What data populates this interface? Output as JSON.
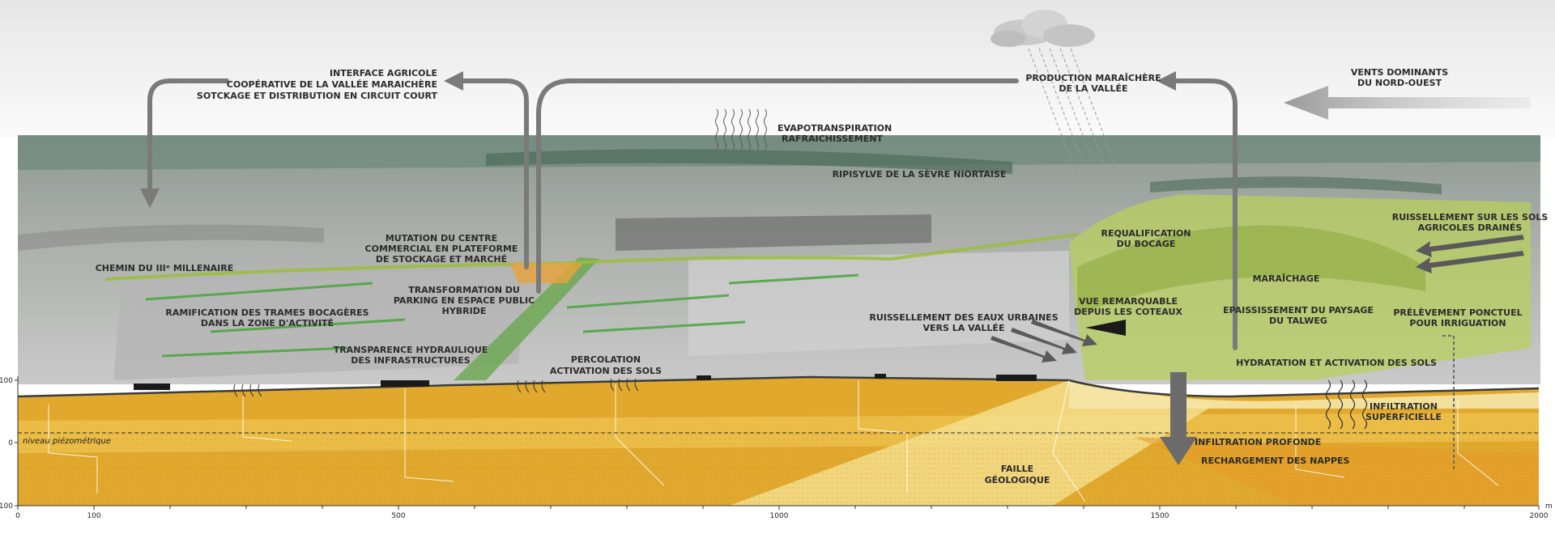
{
  "labels": {
    "interface_1": "INTERFACE AGRICOLE",
    "interface_2": "COOPÉRATIVE DE LA VALLÉE MARAICHÈRE",
    "interface_3": "SOTCKAGE ET DISTRIBUTION EN CIRCUIT COURT",
    "production_1": "PRODUCTION MARAÎCHÈRE",
    "production_2": "DE LA VALLÉE",
    "vents_1": "VENTS DOMINANTS",
    "vents_2": "DU NORD-OUEST",
    "evapo_1": "EVAPOTRANSPIRATION",
    "evapo_2": "RAFRAICHISSEMENT",
    "ripisylve": "RIPISYLVE DE LA SÈVRE NIORTAISE",
    "mutation_1": "MUTATION DU CENTRE",
    "mutation_2": "COMMERCIAL EN PLATEFORME",
    "mutation_3": "DE STOCKAGE ET MARCHÉ",
    "chemin": "CHEMIN DU IIIᵉ MILLENAIRE",
    "requal_1": "REQUALIFICATION",
    "requal_2": "DU BOCAGE",
    "ruiss_agri_1": "RUISSELLEMENT SUR LES SOLS",
    "ruiss_agri_2": "AGRICOLES DRAINÉS",
    "maraichage": "MARAÎCHAGE",
    "transfo_1": "TRANSFORMATION DU",
    "transfo_2": "PARKING EN ESPACE PUBLIC",
    "transfo_3": "HYBRIDE",
    "ramif_1": "RAMIFICATION DES TRAMES BOCAGÈRES",
    "ramif_2": "DANS LA ZONE D'ACTIVITÉ",
    "ruiss_urb_1": "RUISSELLEMENT DES EAUX URBAINES",
    "ruiss_urb_2": "VERS LA VALLÉE",
    "vue_1": "VUE REMARQUABLE",
    "vue_2": "DEPUIS LES COTEAUX",
    "epais_1": "EPAISSISSEMENT DU PAYSAGE",
    "epais_2": "DU TALWEG",
    "prelev_1": "PRÉLÈVEMENT PONCTUEL",
    "prelev_2": "POUR IRRIGUATION",
    "transp_1": "TRANSPARENCE HYDRAULIQUE",
    "transp_2": "DES INFRASTRUCTURES",
    "percol_1": "PERCOLATION",
    "percol_2": "ACTIVATION DES SOLS",
    "hydrat": "HYDRATATION ET ACTIVATION DES SOLS",
    "infil_sup_1": "INFILTRATION",
    "infil_sup_2": "SUPERFICIELLE",
    "infil_prof": "INFILTRATION PROFONDE",
    "recharge": "RECHARGEMENT DES NAPPES",
    "faille_1": "FAILLE",
    "faille_2": "GÉOLOGIQUE",
    "piezo": "niveau piézométrique"
  },
  "axis": {
    "y_ticks": [
      "100",
      "0",
      "-100"
    ],
    "x_ticks": [
      "0",
      "100",
      "500",
      "1000",
      "1500",
      "2000"
    ],
    "x_unit": "m"
  },
  "colors": {
    "sky": "#f2f2f2",
    "soil_dark": "#e0a92e",
    "soil_mid": "#ecc04a",
    "soil_light": "#f4de8c",
    "green_overlay": "#b9d05a",
    "arrow_gray": "#7a7a7a"
  }
}
